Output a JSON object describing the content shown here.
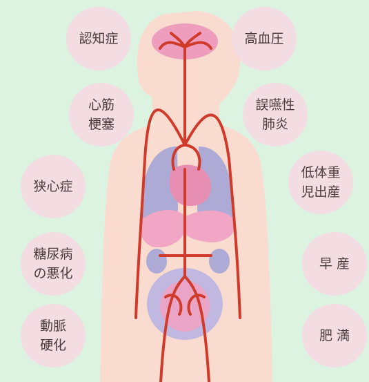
{
  "colors": {
    "background": "#dcf3e1",
    "bubble": "#f3dde3",
    "body_silhouette": "#f9dccf",
    "vessels": "#cf3a2b",
    "brain": "#ef9dbc",
    "lungs": "#aeaad6",
    "heart": "#e78fb2",
    "liver_stomach": "#f0a6c4",
    "kidneys": "#aeaad6",
    "uterus": "#c0b8e0",
    "fetus": "#e9a4c6"
  },
  "labels": {
    "dementia": "認知症",
    "hypertension": "高血圧",
    "myocardial_infarction": "心筋\n梗塞",
    "aspiration_pneumonia": "誤嚥性\n肺炎",
    "angina": "狭心症",
    "low_birth_weight": "低体重\n児出産",
    "diabetes_worsening": "糖尿病\nの悪化",
    "preterm_birth": "早 産",
    "arteriosclerosis": "動脈\n硬化",
    "obesity": "肥 満"
  }
}
